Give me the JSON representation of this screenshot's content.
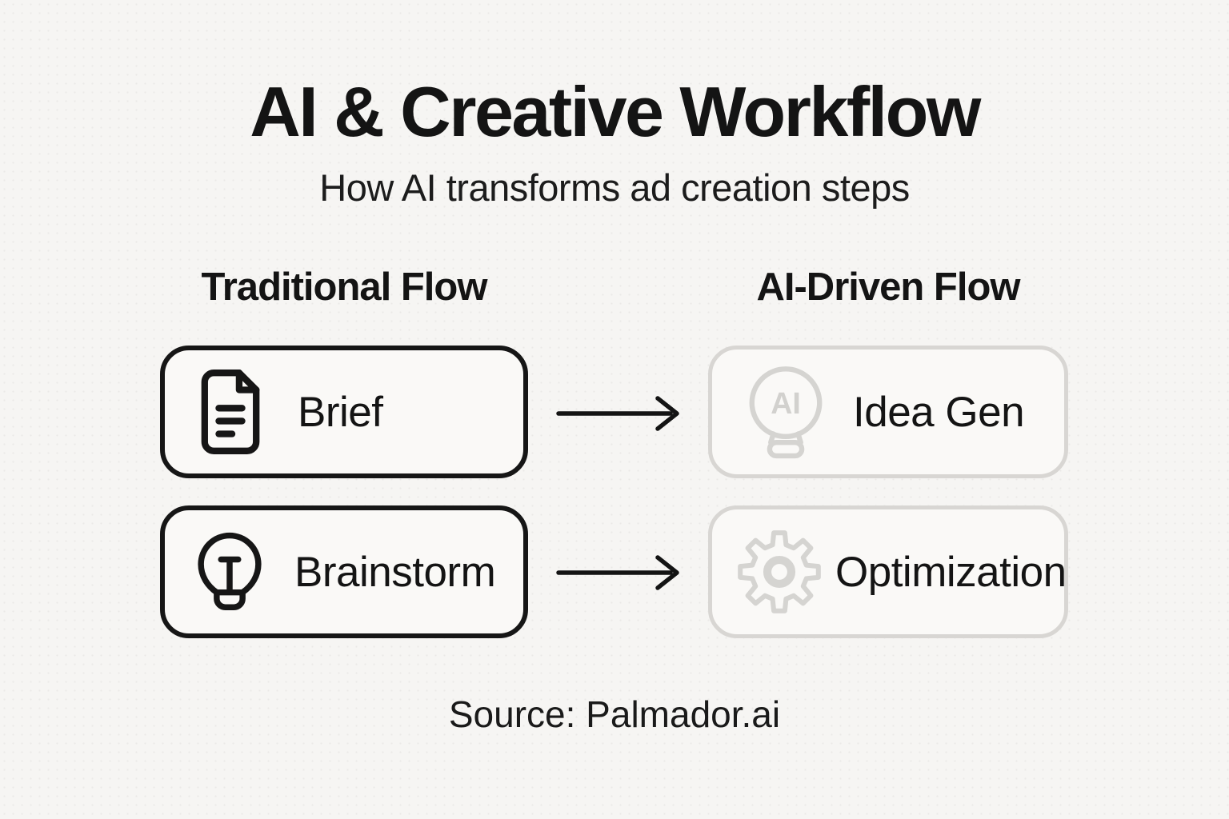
{
  "page": {
    "title": "AI & Creative Workflow",
    "subtitle": "How AI transforms ad creation steps",
    "source": "Source: Palmador.ai"
  },
  "columns": {
    "traditional": {
      "header": "Traditional Flow",
      "steps": [
        {
          "label": "Brief",
          "icon": "document-icon"
        },
        {
          "label": "Brainstorm",
          "icon": "lightbulb-icon"
        }
      ]
    },
    "ai_driven": {
      "header": "AI-Driven Flow",
      "steps": [
        {
          "label": "Idea Gen",
          "icon": "ai-lightbulb-icon"
        },
        {
          "label": "Optimization",
          "icon": "gear-icon"
        }
      ]
    }
  },
  "connections": [
    {
      "from": "Brief",
      "to": "Idea Gen",
      "icon": "arrow-right-icon"
    },
    {
      "from": "Brainstorm",
      "to": "Optimization",
      "icon": "arrow-right-icon"
    }
  ],
  "icons": {
    "ai_bulb_text": "AI"
  },
  "colors": {
    "background": "#f6f5f3",
    "ink": "#141414",
    "box_fill": "#faf9f7",
    "muted_border": "#d8d6d3",
    "muted_icon": "#d5d4d1"
  }
}
